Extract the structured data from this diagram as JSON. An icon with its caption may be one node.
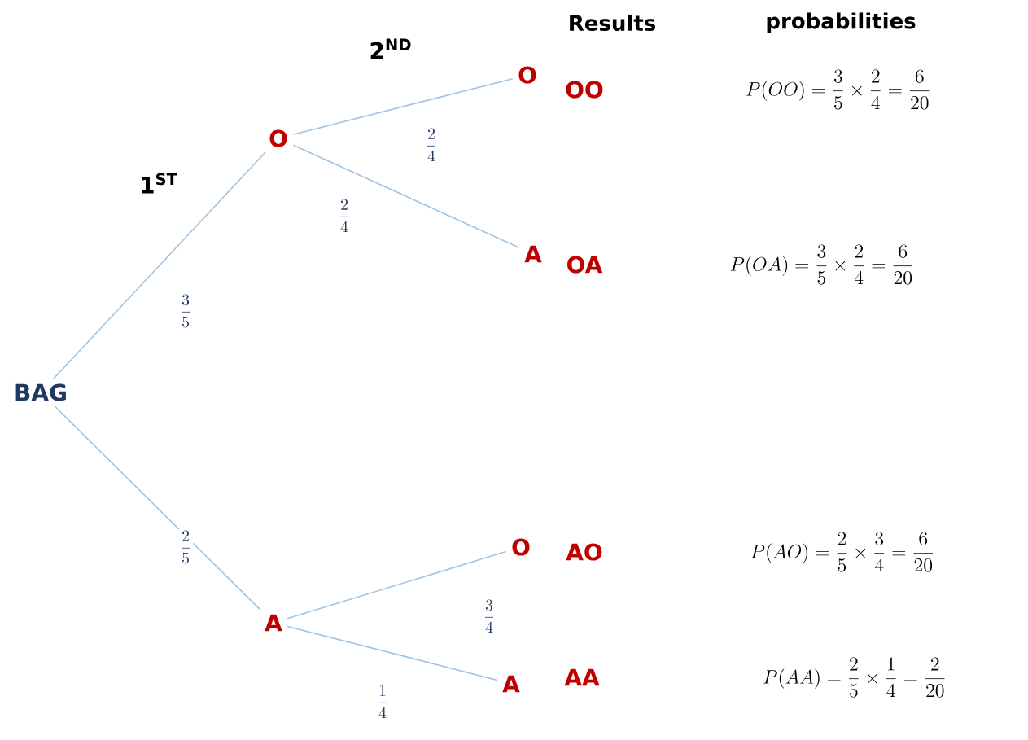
{
  "diagram": {
    "nodes": [
      {
        "text": [
          "BAG"
        ]
      },
      {
        "text": [
          "O"
        ]
      },
      {
        "text": [
          "A"
        ]
      },
      {
        "text": [
          "O"
        ]
      },
      {
        "text": [
          "A"
        ]
      },
      {
        "text": [
          "O"
        ]
      },
      {
        "text": [
          "A"
        ]
      }
    ],
    "edges": [
      {
        "from": 0,
        "to": 1,
        "arrow": "none",
        "label": "\\frac{3}{5}"
      },
      {
        "from": 0,
        "to": 2,
        "arrow": "none",
        "label": "\\frac{2}{5}"
      },
      {
        "from": 1,
        "to": 3,
        "arrow": "none",
        "label": "\\frac{2}{4}"
      },
      {
        "from": 1,
        "to": 4,
        "arrow": "none",
        "label": "\\frac{2}{4}"
      },
      {
        "from": 2,
        "to": 5,
        "arrow": "none",
        "label": "\\frac{3}{4}"
      },
      {
        "from": 2,
        "to": 6,
        "arrow": "none",
        "label": "\\frac{1}{4}"
      }
    ],
    "labels": [
      "Results",
      "probabilities",
      "2$^{ND}$",
      "1$^{ST}$",
      "OO",
      "P(OO) = \\frac{3}{5}\\times\\frac{2}{4}=\\frac{6}{20}",
      "OA",
      "P(OA) = \\frac{3}{5}\\times\\frac{2}{4}=\\frac{6}{20}",
      "AO",
      "P(AO) = \\frac{2}{5}\\times\\frac{3}{4}=\\frac{6}{20}",
      "AA",
      "P(AA) = \\frac{2}{5}\\times\\frac{1}{4}=\\frac{2}{20}"
    ]
  }
}
